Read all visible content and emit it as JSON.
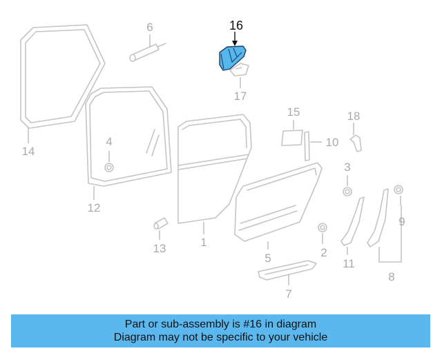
{
  "diagram": {
    "highlighted_callout": "16",
    "callouts": {
      "c1": "1",
      "c2": "2",
      "c3": "3",
      "c4": "4",
      "c5": "5",
      "c6": "6",
      "c7": "7",
      "c8": "8",
      "c9": "9",
      "c10": "10",
      "c11": "11",
      "c12": "12",
      "c13": "13",
      "c14": "14",
      "c15": "15",
      "c17": "17",
      "c18": "18"
    }
  },
  "banner": {
    "line1": "Part or sub-assembly is #16 in diagram",
    "line2": "Diagram may not be specific to your vehicle"
  },
  "colors": {
    "highlight_part": "#56b7ec",
    "banner_background": "#5ab8ee",
    "line_art": "#c4c4c4",
    "callout_text": "#a9a9a9"
  }
}
